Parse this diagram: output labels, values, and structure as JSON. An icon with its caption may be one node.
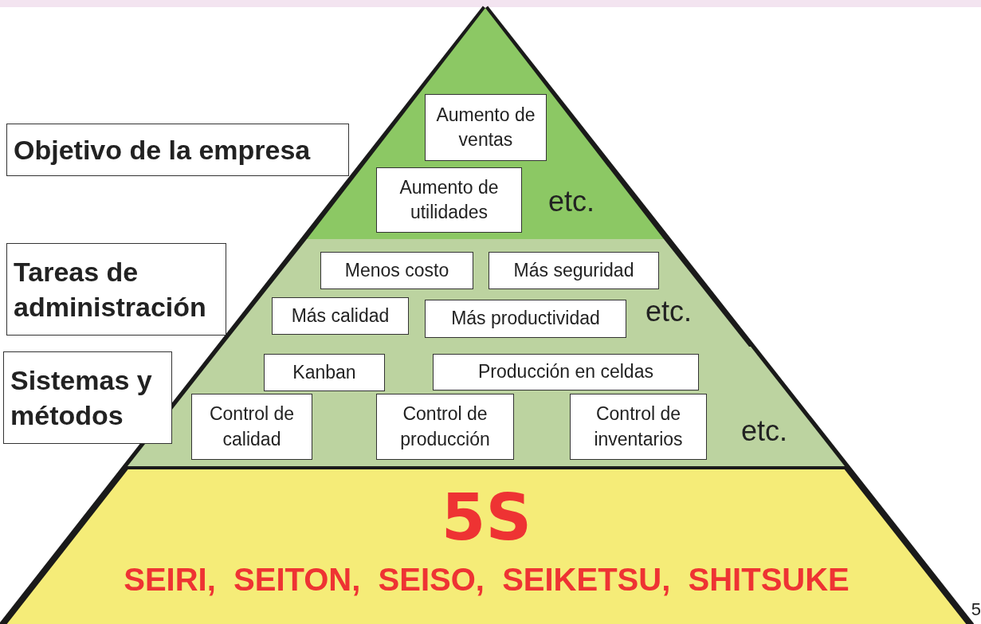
{
  "diagram": {
    "nodes": [
      {
        "text": [
          "etc."
        ]
      },
      {
        "text": [
          "Aumento de ventas"
        ],
        "in": 0
      },
      {
        "text": [
          "Aumento de utilidades"
        ],
        "in": 0
      },
      {
        "text": [
          "etc."
        ]
      },
      {
        "text": [
          "Menos costo"
        ],
        "in": 3
      },
      {
        "text": [
          "Más seguridad"
        ],
        "in": 3
      },
      {
        "text": [
          "Más calidad"
        ],
        "in": 3
      },
      {
        "text": [
          "Más productividad"
        ],
        "in": 3
      },
      {
        "text": [
          "etc."
        ]
      },
      {
        "text": [
          "Kanban"
        ],
        "in": 8
      },
      {
        "text": [
          "Producción en celdas"
        ],
        "in": 8
      },
      {
        "text": [
          "Control de calidad"
        ],
        "in": 8
      },
      {
        "text": [
          "Control de producción"
        ],
        "in": 8
      },
      {
        "text": [
          "Control de inventarios"
        ],
        "in": 8
      },
      {
        "text": [
          "5S",
          "SEIRI,  SEITON,  SEISO,  SEIKETSU,  SHITSUKE"
        ]
      },
      {
        "text": [
          "Objetivo de la empresa"
        ]
      },
      {
        "text": [
          "Tareas de administración"
        ]
      },
      {
        "text": [
          "Sistemas y métodos"
        ]
      }
    ],
    "edges": [],
    "labels": [
      "5"
    ]
  }
}
